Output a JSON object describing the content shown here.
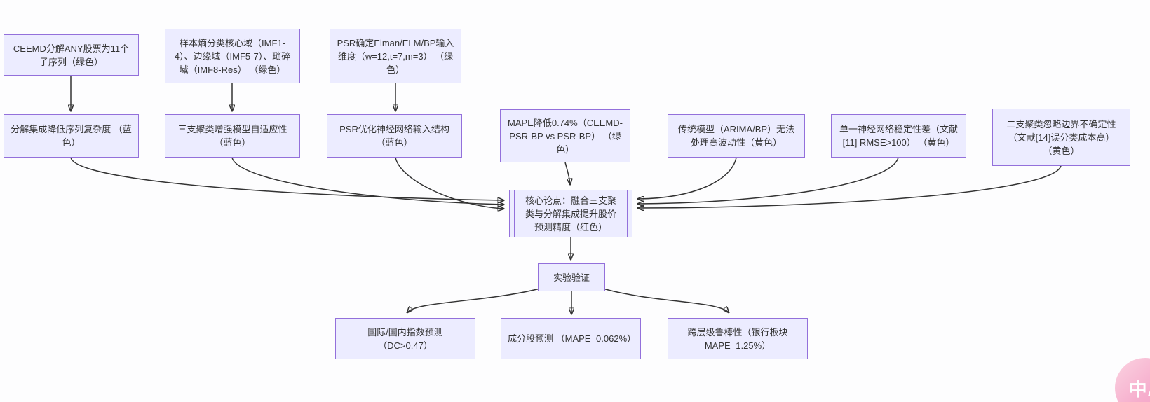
{
  "theme": {
    "node_fill": "#ECECFF",
    "node_border": "#9370DB",
    "text_color": "#333333",
    "arrow_color": "#333333",
    "bg_color": "#fdfdfe",
    "btn_pink": "#f6aecd"
  },
  "diagram": {
    "nodes": {
      "ceemd_decompose": {
        "label": "CEEMD分解ANY股票为11个子序列（绿色）"
      },
      "sample_entropy": {
        "label": "样本熵分类核心域（IMF1-4）、边缘域（IMF5-7）、琐碎域（IMF8-Res） （绿色）"
      },
      "psr_input": {
        "label": "PSR确定Elman/ELM/BP输入维度（w=12,t=7,m=3） （绿色）"
      },
      "decomp_complexity": {
        "label": "分解集成降低序列复杂度 （蓝色）"
      },
      "three_way_adapt": {
        "label": "三支聚类增强模型自适应性 （蓝色）"
      },
      "psr_optimize": {
        "label": "PSR优化神经网络输入结构 （蓝色）"
      },
      "mape_reduce": {
        "label": "MAPE降低0.74%（CEEMD-PSR-BP vs PSR-BP） （绿色）"
      },
      "traditional_limit": {
        "label": "传统模型（ARIMA/BP）无法处理高波动性（黄色）"
      },
      "single_nn": {
        "label": "单一神经网络稳定性差（文献[11] RMSE>100） （黄色）"
      },
      "two_way_cluster": {
        "label": "二支聚类忽略边界不确定性 （文献[14]误分类成本高） （黄色）"
      },
      "core_thesis": {
        "label": "核心论点：融合三支聚类与分解集成提升股价预测精度（红色）"
      },
      "experiment": {
        "label": "实验验证"
      },
      "index_predict": {
        "label": "国际/国内指数预测 （DC>0.47）"
      },
      "stock_predict": {
        "label": "成分股预测 （MAPE=0.062%）"
      },
      "robustness": {
        "label": "跨层级鲁棒性（银行板块 MAPE=1.25%）"
      }
    },
    "edges": [
      {
        "from": "ceemd_decompose",
        "to": "decomp_complexity"
      },
      {
        "from": "sample_entropy",
        "to": "three_way_adapt"
      },
      {
        "from": "psr_input",
        "to": "psr_optimize"
      },
      {
        "from": "decomp_complexity",
        "to": "core_thesis"
      },
      {
        "from": "three_way_adapt",
        "to": "core_thesis"
      },
      {
        "from": "psr_optimize",
        "to": "core_thesis"
      },
      {
        "from": "mape_reduce",
        "to": "core_thesis"
      },
      {
        "from": "traditional_limit",
        "to": "core_thesis"
      },
      {
        "from": "single_nn",
        "to": "core_thesis"
      },
      {
        "from": "two_way_cluster",
        "to": "core_thesis"
      },
      {
        "from": "core_thesis",
        "to": "experiment"
      },
      {
        "from": "experiment",
        "to": "index_predict"
      },
      {
        "from": "experiment",
        "to": "stock_predict"
      },
      {
        "from": "experiment",
        "to": "robustness"
      }
    ]
  },
  "translate_button": {
    "label": "中A"
  }
}
